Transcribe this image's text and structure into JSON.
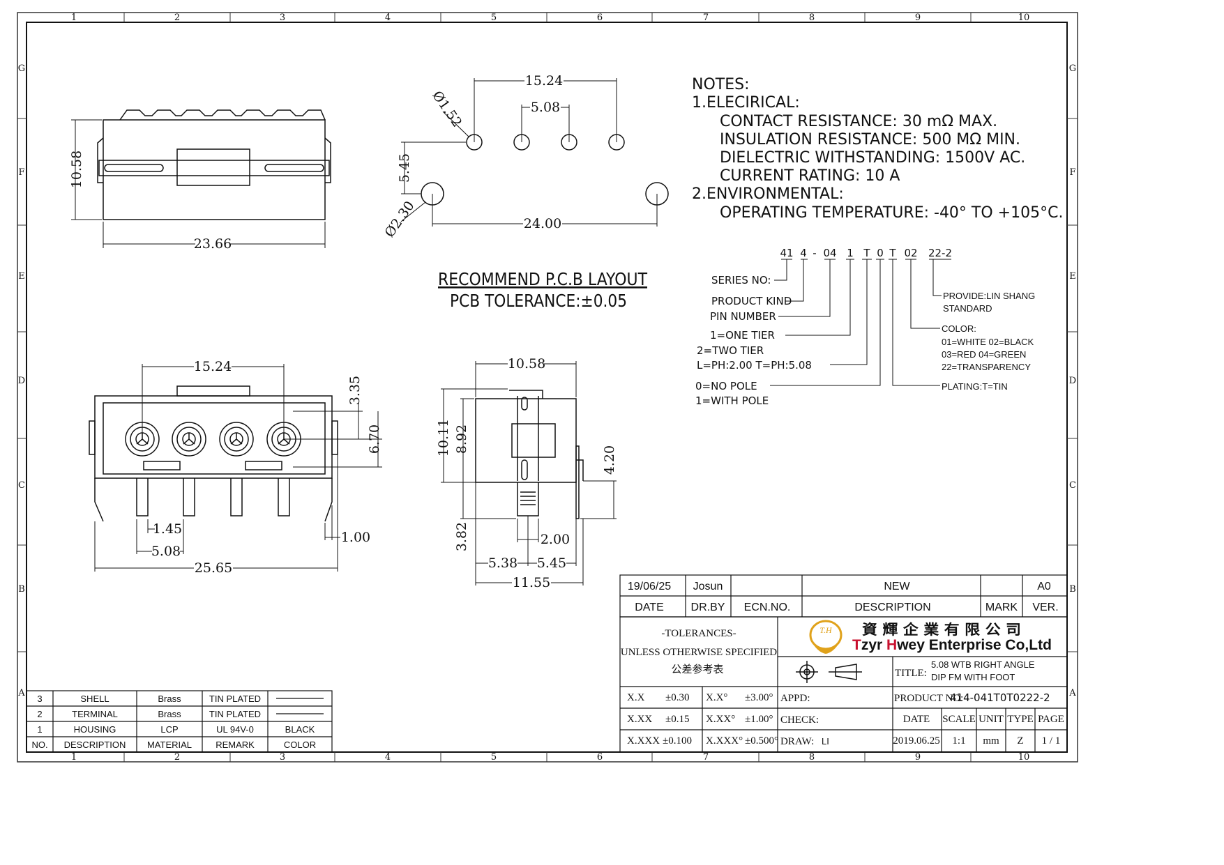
{
  "border": {
    "columns": [
      "1",
      "2",
      "3",
      "4",
      "5",
      "6",
      "7",
      "8",
      "9",
      "10"
    ],
    "rows": [
      "G",
      "F",
      "E",
      "D",
      "C",
      "B",
      "A"
    ]
  },
  "views": {
    "top": {
      "height": "10.58",
      "width": "23.66"
    },
    "pcb": {
      "pitch_outer": "15.24",
      "pitch": "5.08",
      "hole_small": "Ø1.52",
      "row_offset": "5.45",
      "hole_large": "Ø2.30",
      "post_span": "24.00",
      "title": "RECOMMEND P.C.B LAYOUT",
      "tolerance": "PCB TOLERANCE:±0.05"
    },
    "front": {
      "outer_pitch": "15.24",
      "top_offset": "3.35",
      "window": "6.70",
      "pin_width": "1.45",
      "pitch": "5.08",
      "foot": "1.00",
      "overall_width": "25.65"
    },
    "side": {
      "depth": "10.58",
      "height": "10.11",
      "body_height": "8.92",
      "foot_height": "4.20",
      "pin_length": "3.82",
      "pin_width": "2.00",
      "offset_left": "5.38",
      "offset_right": "5.45",
      "overall": "11.55"
    }
  },
  "notes": {
    "heading": "NOTES:",
    "lines": [
      "1.ELECIRICAL:",
      "CONTACT RESISTANCE: 30 mΩ MAX.",
      "INSULATION RESISTANCE: 500 MΩ MIN.",
      "DIELECTRIC WITHSTANDING: 1500V AC.",
      "CURRENT RATING: 10 A",
      "2.ENVIRONMENTAL:",
      "OPERATING TEMPERATURE: -40° TO +105°C."
    ]
  },
  "part_code": {
    "segments": [
      "41",
      "4",
      "-",
      "04",
      "1",
      "T",
      "0",
      "T",
      "02",
      "22-2"
    ],
    "series": "SERIES NO:",
    "product_kind": "PRODUCT KIND",
    "pin_number": "PIN NUMBER",
    "tier_1": "1=ONE  TIER",
    "tier_2": "2=TWO  TIER",
    "pitch": "L=PH:2.00  T=PH:5.08",
    "pole_0": "0=NO  POLE",
    "pole_1": "1=WITH  POLE",
    "provide_1": "PROVIDE:LIN  SHANG",
    "provide_2": "STANDARD",
    "color_title": "COLOR:",
    "color_1": "01=WHITE  02=BLACK",
    "color_2": "03=RED    04=GREEN",
    "color_3": "22=TRANSPARENCY",
    "plating": "PLATING:T=TIN"
  },
  "revision": {
    "date": "19/06/25",
    "drawn_by": "Josun",
    "description": "NEW",
    "version": "A0",
    "headers": [
      "DATE",
      "DR.BY",
      "ECN.NO.",
      "DESCRIPTION",
      "MARK",
      "VER."
    ]
  },
  "tolerances": {
    "title": "-TOLERANCES-",
    "subtitle": "UNLESS OTHERWISE SPECIFIED",
    "chinese": "公差参考表",
    "rows": [
      [
        "X.X",
        "±0.30",
        "X.X°",
        "±3.00°"
      ],
      [
        "X.XX",
        "±0.15",
        "X.XX°",
        "±1.00°"
      ],
      [
        "X.XXX",
        "±0.100",
        "X.XXX°",
        "±0.500°"
      ]
    ]
  },
  "company": {
    "logo_text": "T.H",
    "chinese_name": "資 輝 企 業 有 限 公 司",
    "name_a": "T",
    "name_b": "zyr ",
    "name_c": "H",
    "name_d": "wey Enterprise Co,Ltd",
    "brand_color": "#c8102e",
    "logo_color": "#e0a21b"
  },
  "title_block": {
    "title_label": "TITLE:",
    "title_1": "5.08 WTB RIGHT ANGLE",
    "title_2": "DIP FM  WITH FOOT",
    "appd": "APPD:",
    "check": "CHECK:",
    "draw": "DRAW:",
    "draw_by": "LI",
    "product_no_label": "PRODUCT NO:",
    "product_no": "414-041T0T0222-2",
    "headers": [
      "DATE",
      "SCALE",
      "UNIT",
      "TYPE",
      "PAGE"
    ],
    "values": [
      "2019.06.25",
      "1:1",
      "mm",
      "Z",
      "1 / 1"
    ]
  },
  "bom": {
    "headers": [
      "NO.",
      "DESCRIPTION",
      "MATERIAL",
      "REMARK",
      "COLOR"
    ],
    "rows": [
      [
        "3",
        "SHELL",
        "Brass",
        "TIN  PLATED",
        ""
      ],
      [
        "2",
        "TERMINAL",
        "Brass",
        "TIN  PLATED",
        ""
      ],
      [
        "1",
        "HOUSING",
        "LCP",
        "UL  94V-0",
        "BLACK"
      ]
    ]
  }
}
